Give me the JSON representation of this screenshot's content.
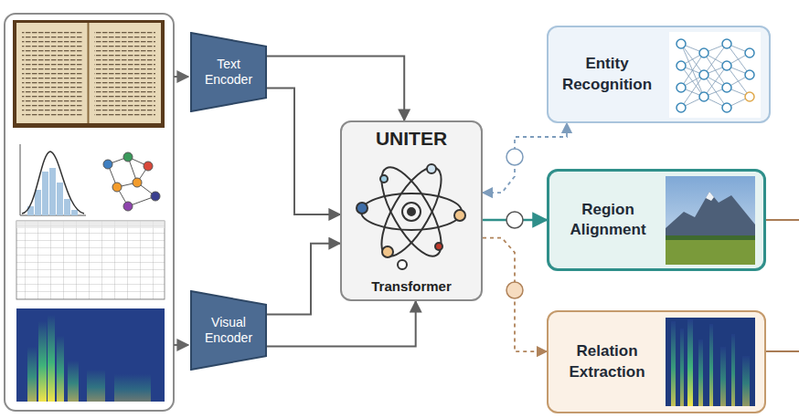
{
  "diagram": {
    "nodes": [
      {
        "text": [
          "Text Encoder"
        ]
      },
      {
        "text": [
          "Visual Encoder"
        ]
      },
      {
        "text": [
          "UNITER",
          "Transformer"
        ]
      },
      {
        "text": [
          "Entity Recognition"
        ]
      },
      {
        "text": [
          "Region Alignment"
        ]
      },
      {
        "text": [
          "Relation Extraction"
        ]
      }
    ],
    "edges": [
      {
        "from": 0,
        "to": 2,
        "arrow": "to"
      },
      {
        "from": 0,
        "to": 2,
        "arrow": "to"
      },
      {
        "from": 1,
        "to": 2,
        "arrow": "to"
      },
      {
        "from": 1,
        "to": 2,
        "arrow": "to"
      },
      {
        "from": 2,
        "to": 3,
        "arrow": "both"
      },
      {
        "from": 2,
        "to": 4,
        "arrow": "to"
      },
      {
        "from": 2,
        "to": 5,
        "arrow": "to"
      }
    ]
  }
}
